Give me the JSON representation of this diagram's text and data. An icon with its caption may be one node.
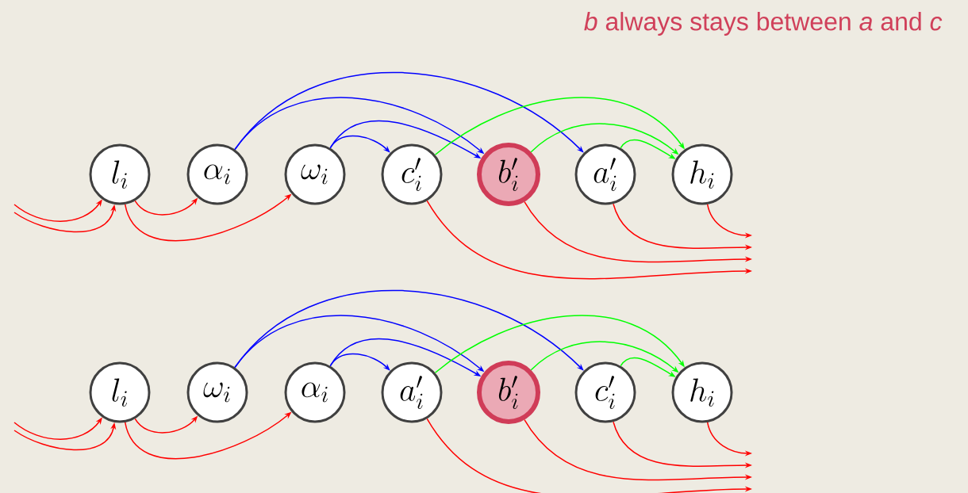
{
  "diagram": {
    "title": "*b* always stays between *a* and *c*",
    "nodes": [
      {
        "text": [
          "l_i"
        ]
      },
      {
        "text": [
          "\\alpha_i"
        ]
      },
      {
        "text": [
          "\\omega_i"
        ]
      },
      {
        "text": [
          "c'_i"
        ]
      },
      {
        "text": [
          "b'_i"
        ]
      },
      {
        "text": [
          "a'_i"
        ]
      },
      {
        "text": [
          "h_i"
        ]
      },
      {
        "text": [
          "l_i"
        ]
      },
      {
        "text": [
          "\\omega_i"
        ]
      },
      {
        "text": [
          "\\alpha_i"
        ]
      },
      {
        "text": [
          "a'_i"
        ]
      },
      {
        "text": [
          "b'_i"
        ]
      },
      {
        "text": [
          "c'_i"
        ]
      },
      {
        "text": [
          "h_i"
        ]
      }
    ],
    "edges": [
      {
        "from": null,
        "to": 0,
        "arrow": "to"
      },
      {
        "from": null,
        "to": 0,
        "arrow": "to"
      },
      {
        "from": 0,
        "to": 1,
        "arrow": "to"
      },
      {
        "from": 0,
        "to": 2,
        "arrow": "to"
      },
      {
        "from": 1,
        "to": 4,
        "arrow": "to",
        "color": "#0000ff"
      },
      {
        "from": 1,
        "to": 5,
        "arrow": "to",
        "color": "#0000ff"
      },
      {
        "from": 2,
        "to": 3,
        "arrow": "to",
        "color": "#0000ff"
      },
      {
        "from": 2,
        "to": 4,
        "arrow": "to",
        "color": "#0000ff"
      },
      {
        "from": 3,
        "to": 6,
        "arrow": "to",
        "color": "#00ff00"
      },
      {
        "from": 4,
        "to": 6,
        "arrow": "to",
        "color": "#00ff00"
      },
      {
        "from": 5,
        "to": 6,
        "arrow": "to",
        "color": "#00ff00"
      },
      {
        "from": 3,
        "to": null,
        "arrow": "to"
      },
      {
        "from": 4,
        "to": null,
        "arrow": "to"
      },
      {
        "from": 5,
        "to": null,
        "arrow": "to"
      },
      {
        "from": 6,
        "to": null,
        "arrow": "to"
      },
      {
        "from": null,
        "to": 7,
        "arrow": "to"
      },
      {
        "from": null,
        "to": 7,
        "arrow": "to"
      },
      {
        "from": 7,
        "to": 8,
        "arrow": "to"
      },
      {
        "from": 7,
        "to": 9,
        "arrow": "to"
      },
      {
        "from": 8,
        "to": 11,
        "arrow": "to",
        "color": "#0000ff"
      },
      {
        "from": 8,
        "to": 12,
        "arrow": "to",
        "color": "#0000ff"
      },
      {
        "from": 9,
        "to": 10,
        "arrow": "to",
        "color": "#0000ff"
      },
      {
        "from": 9,
        "to": 11,
        "arrow": "to",
        "color": "#0000ff"
      },
      {
        "from": 10,
        "to": 13,
        "arrow": "to",
        "color": "#00ff00"
      },
      {
        "from": 11,
        "to": 13,
        "arrow": "to",
        "color": "#00ff00"
      },
      {
        "from": 12,
        "to": 13,
        "arrow": "to",
        "color": "#00ff00"
      },
      {
        "from": 10,
        "to": null,
        "arrow": "to"
      },
      {
        "from": 11,
        "to": null,
        "arrow": "to"
      },
      {
        "from": 12,
        "to": null,
        "arrow": "to"
      },
      {
        "from": 13,
        "to": null,
        "arrow": "to"
      }
    ]
  }
}
